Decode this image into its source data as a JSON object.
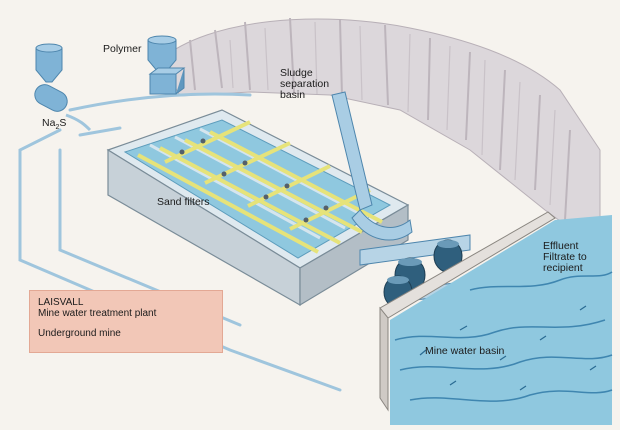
{
  "labels": {
    "polymer": "Polymer",
    "na2s_main": "Na",
    "na2s_sub": "2",
    "na2s_tail": "S",
    "sludge_1": "Sludge",
    "sludge_2": "separation",
    "sludge_3": "basin",
    "sand_filters": "Sand filters",
    "effluent_1": "Effluent",
    "effluent_2": "Filtrate to",
    "effluent_3": "recipient",
    "mine_water_basin": "Mine water basin"
  },
  "legend": {
    "line1": "LAISVALL",
    "line2": "Mine water treatment plant",
    "line3": "Underground mine"
  },
  "colors": {
    "background": "#f6f3ee",
    "rock": "#d9d4d8",
    "rock_dark": "#b9b1b8",
    "pipe": "#9fc5dd",
    "water": "#8fc8df",
    "filter_grid": "#e6e37a",
    "legend_bg": "#f2c7b7"
  }
}
